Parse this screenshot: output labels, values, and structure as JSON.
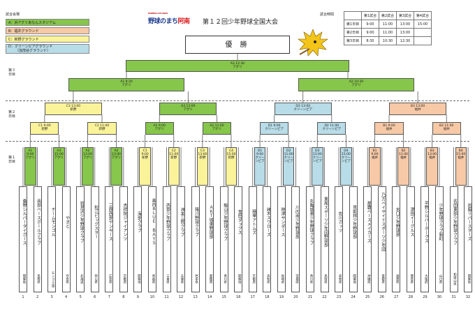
{
  "legend": {
    "title": "試合会場",
    "items": [
      {
        "label": "A：浜アグリあなんスタジアム",
        "color": "#86c64a"
      },
      {
        "label": "B：福井グラウンド",
        "color": "#f7c9a6"
      },
      {
        "label": "C：新野グラウンド",
        "color": "#fbf39a"
      },
      {
        "label": "D：クリーンピアグラウンド",
        "color": "#b8dce8",
        "sub": "（加茂谷グラウンド）"
      }
    ]
  },
  "logo": {
    "sub": "BASEBALL CITY ANAN",
    "main1": "野球のまち",
    "main2": "阿南"
  },
  "title": "第１２回少年野球全国大会",
  "schedule": {
    "title": "試合時間",
    "headers": [
      "第1試合",
      "第2試合",
      "第3試合",
      "第4試合"
    ],
    "rows": [
      {
        "label": "第1日目",
        "times": [
          "9:00",
          "11:00",
          "13:00",
          "15:00"
        ]
      },
      {
        "label": "第2日目",
        "times": [
          "9:00",
          "11:00",
          "13:00",
          ""
        ]
      },
      {
        "label": "第3日目",
        "times": [
          "8:30",
          "10:30",
          "12:30",
          ""
        ]
      }
    ]
  },
  "champion": "優 勝",
  "rounds": {
    "day3": "第３日目",
    "day2": "第２日目",
    "day1": "第１日目"
  },
  "final": {
    "line1": "A3  12:30",
    "line2": "アグリ"
  },
  "semis": [
    {
      "line1": "A1  8:30",
      "line2": "アグリ"
    },
    {
      "line1": "A2  10:30",
      "line2": "アグリ"
    }
  ],
  "quarters": [
    {
      "line1": "C3  13:00",
      "line2": "新野"
    },
    {
      "line1": "A3  13:00",
      "line2": "アグリ"
    },
    {
      "line1": "D3  13:00",
      "line2": "クリーンピア"
    },
    {
      "line1": "B3  13:00",
      "line2": "福井"
    }
  ],
  "r16": [
    {
      "line1": "C1  9:00",
      "line2": "新野"
    },
    {
      "line1": "C2  11:00",
      "line2": "新野"
    },
    {
      "line1": "A1  9:00",
      "line2": "アグリ"
    },
    {
      "line1": "A2  11:00",
      "line2": "アグリ"
    },
    {
      "line1": "D1  9:00",
      "line2": "クリーンピア"
    },
    {
      "line1": "D2  11:00",
      "line2": "クリーンピア"
    },
    {
      "line1": "B1  9:00",
      "line2": "福井"
    },
    {
      "line1": "B2  11:00",
      "line2": "福井"
    }
  ],
  "r32": [
    {
      "line1": "A1 9:00",
      "line2": "アグリ"
    },
    {
      "line1": "A3 15:00",
      "line2": "アグリ"
    },
    {
      "line1": "A2 13:00",
      "line2": "アグリ"
    },
    {
      "line1": "A2 13:00",
      "line2": "アグリ"
    },
    {
      "line1": "C1 9:00",
      "line2": "新野"
    },
    {
      "line1": "C2 11:00",
      "line2": "新野"
    },
    {
      "line1": "C3 13:00",
      "line2": "新野"
    },
    {
      "line1": "C4 15:00",
      "line2": "新野"
    },
    {
      "line1": "D1 9:00",
      "line2": "クリーンピア"
    },
    {
      "line1": "D2 11:00",
      "line2": "クリーンピア"
    },
    {
      "line1": "D3 13:00",
      "line2": "クリーンピア"
    },
    {
      "line1": "D4 15:00",
      "line2": "クリーンピア"
    },
    {
      "line1": "B1 9:00",
      "line2": "福井"
    },
    {
      "line1": "B2 11:00",
      "line2": "福井"
    },
    {
      "line1": "B3 13:00",
      "line2": "福井"
    },
    {
      "line1": "B4 15:00",
      "line2": "福井"
    }
  ],
  "teams": [
    {
      "name": "桑野シルバータイガース",
      "pref": "開催地"
    },
    {
      "name": "南部ベースボールクラブ",
      "pref": "島根県"
    },
    {
      "name": "チームモンゴル",
      "pref": "モンゴル国"
    },
    {
      "name": "やまと",
      "pref": "奈良県"
    },
    {
      "name": "岩見沢少年野球クラブ",
      "pref": "北海道"
    },
    {
      "name": "粒江ビッグスター",
      "pref": "岡山県"
    },
    {
      "name": "三原西部ヤンキース",
      "pref": "広島県"
    },
    {
      "name": "吉祥院ジャイアンツ",
      "pref": "京都府"
    },
    {
      "name": "海部クラブ",
      "pref": "開催地"
    },
    {
      "name": "美内ＢＬＵＥ ＢＡＹＳ",
      "pref": "青森県"
    },
    {
      "name": "西勢少年野球クラブ",
      "pref": "三重県"
    },
    {
      "name": "洲本三熊クラブ",
      "pref": "兵庫県"
    },
    {
      "name": "猪川野球クラブ",
      "pref": "岩手県"
    },
    {
      "name": "ＡＫＴ城東野球部",
      "pref": "愛媛県"
    },
    {
      "name": "飯山少年野球クラブ",
      "pref": "香川県"
    },
    {
      "name": "宝田ダックス",
      "pref": "開催地"
    },
    {
      "name": "精華アトムズ",
      "pref": "京都府"
    },
    {
      "name": "諸木スワローズ",
      "pref": "高知県"
    },
    {
      "name": "時津サンダース",
      "pref": "長崎県"
    },
    {
      "name": "川内南少年野球部",
      "pref": "宮城県"
    },
    {
      "name": "丸亀城東少年野球クラブ",
      "pref": "香川県"
    },
    {
      "name": "東尾スポーツ少年団野球部",
      "pref": "鳥取県"
    },
    {
      "name": "佐川ガッツ",
      "pref": "高知県"
    },
    {
      "name": "見能林少年野球部",
      "pref": "開催地"
    },
    {
      "name": "那覇ペースメイカーズ",
      "pref": "沖縄県"
    },
    {
      "name": "乃万ベイサイドスポーツ少年団",
      "pref": "愛媛県"
    },
    {
      "name": "水口少年野球部",
      "pref": "滋賀県"
    },
    {
      "name": "津田イーグルス",
      "pref": "徳島県"
    },
    {
      "name": "平野シルバーホークス",
      "pref": "大阪府"
    },
    {
      "name": "少年野球クラブ新町",
      "pref": "山口県"
    },
    {
      "name": "名田東部少年野球クラブ",
      "pref": "和歌山県"
    },
    {
      "name": "岩脇リバースターズ",
      "pref": "開催地"
    }
  ]
}
